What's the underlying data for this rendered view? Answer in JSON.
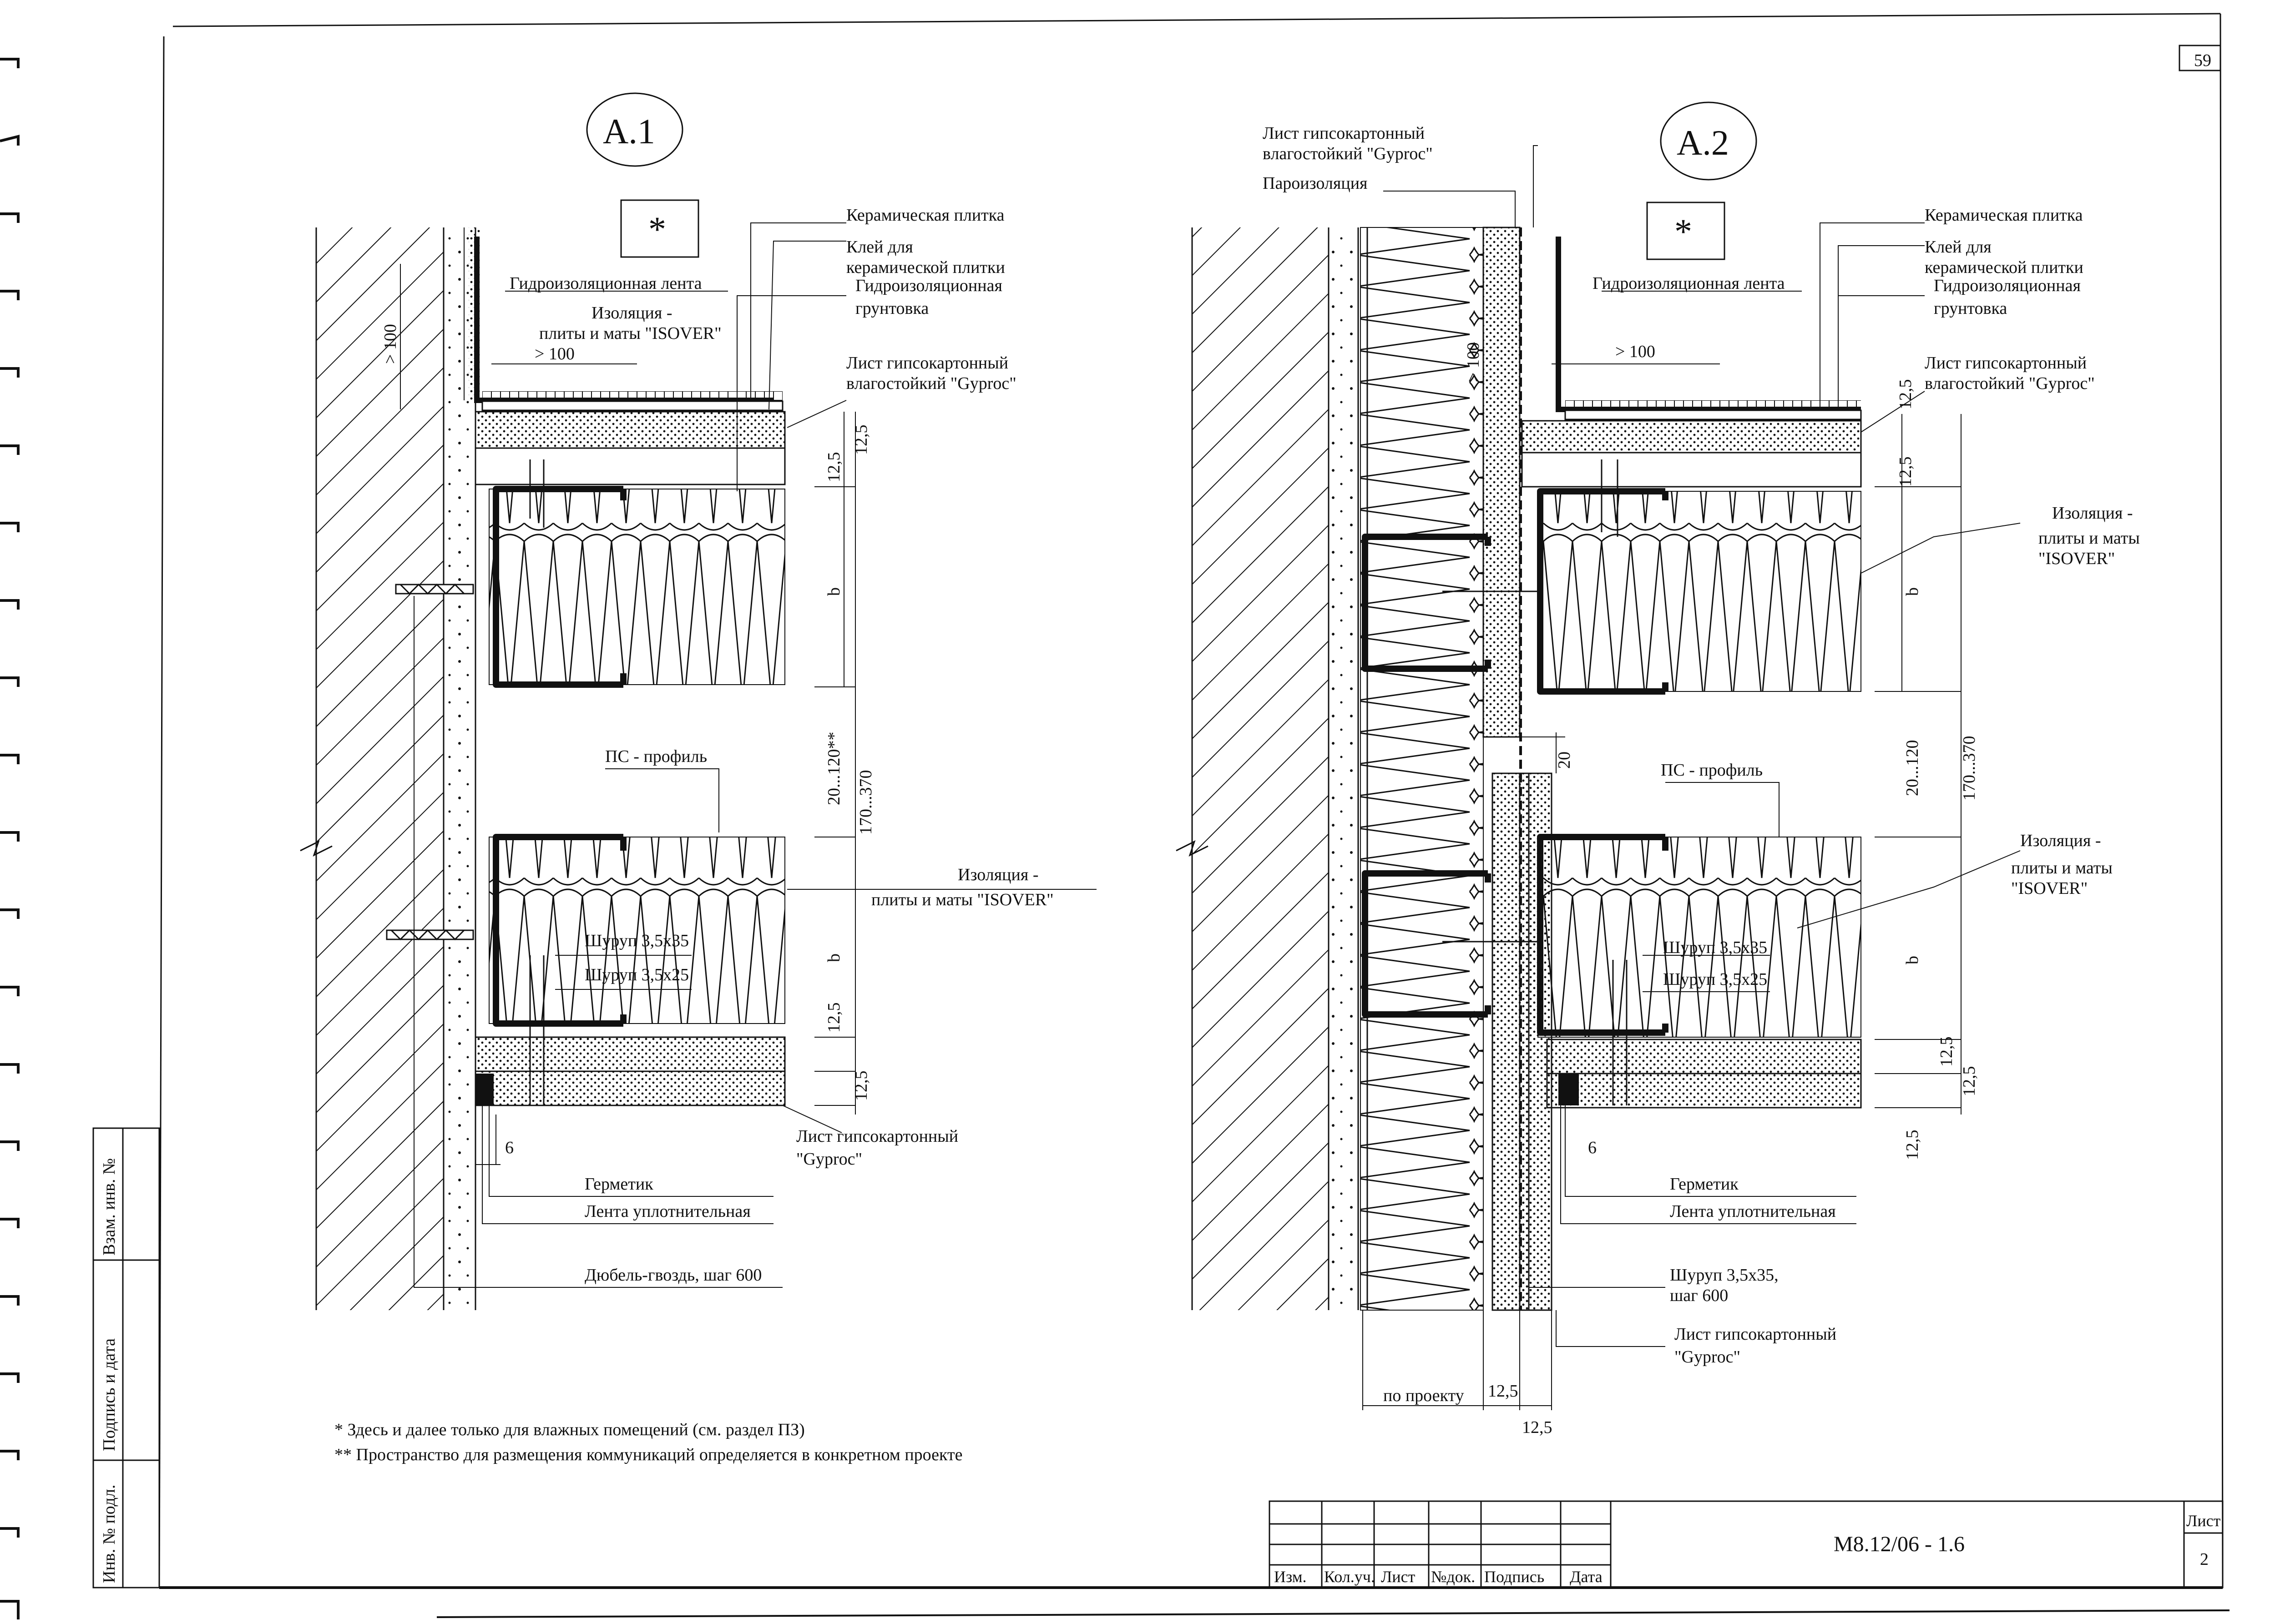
{
  "sheet_number": "59",
  "detail_a1": {
    "title": "А.1",
    "asterisk": "*",
    "labels": {
      "ceramic_tile": "Керамическая плитка",
      "glue_1": "Клей для",
      "glue_2": "керамической плитки",
      "waterproof_primer_1": "Гидроизоляционная",
      "waterproof_primer_2": "грунтовка",
      "waterproof_tape": "Гидроизоляционная лента",
      "insulation_top_1": "Изоляция -",
      "insulation_top_2": "плиты и маты \"ISOVER\"",
      "gypsum_top_1": "Лист гипсокартонный",
      "gypsum_top_2": "влагостойкий \"Gyproc\"",
      "ps_profile": "ПС - профиль",
      "insulation_bottom_1": "Изоляция -",
      "insulation_bottom_2": "плиты и маты \"ISOVER\"",
      "screw_35": "Шуруп 3,5x35",
      "screw_25": "Шуруп 3,5x25",
      "gypsum_bottom_1": "Лист гипсокартонный",
      "gypsum_bottom_2": "\"Gyproc\"",
      "sealant": "Герметик",
      "sealing_tape": "Лента уплотнительная",
      "dowel": "Дюбель-гвоздь, шаг 600"
    },
    "dims": {
      "gt100_v": "> 100",
      "gt100_h": "> 100",
      "d12_5_a": "12,5",
      "d12_5_b": "12,5",
      "b_top": "b",
      "gap": "20...120**",
      "total": "170...370",
      "b_bottom": "b",
      "d12_5_c": "12,5",
      "d12_5_d": "12,5",
      "six": "6"
    }
  },
  "detail_a2": {
    "title": "А.2",
    "asterisk": "*",
    "labels": {
      "gypsum_wall_1": "Лист гипсокартонный",
      "gypsum_wall_2": "влагостойкий \"Gyproc\"",
      "vapor_barrier": "Пароизоляция",
      "ceramic_tile": "Керамическая плитка",
      "glue_1": "Клей для",
      "glue_2": "керамической плитки",
      "waterproof_primer_1": "Гидроизоляционная",
      "waterproof_primer_2": "грунтовка",
      "waterproof_tape": "Гидроизоляционная лента",
      "gypsum_top_1": "Лист гипсокартонный",
      "gypsum_top_2": "влагостойкий \"Gyproc\"",
      "insulation_top_1": "Изоляция -",
      "insulation_top_2": "плиты и маты",
      "insulation_top_3": "\"ISOVER\"",
      "ps_profile": "ПС - профиль",
      "insulation_bottom_1": "Изоляция -",
      "insulation_bottom_2": "плиты и маты",
      "insulation_bottom_3": "\"ISOVER\"",
      "screw_35": "Шуруп 3,5x35",
      "screw_25": "Шуруп 3,5x25",
      "sealant": "Герметик",
      "sealing_tape": "Лента уплотнительная",
      "screw_step_1": "Шуруп 3,5x35,",
      "screw_step_2": "шаг 600",
      "gypsum_bottom_1": "Лист гипсокартонный",
      "gypsum_bottom_2": "\"Gyproc\""
    },
    "dims": {
      "gt100_v": "> 100",
      "gt100_h": "> 100",
      "d12_5_a": "12,5",
      "d12_5_b": "12,5",
      "b_top": "b",
      "twenty": "20",
      "gap": "20...120",
      "total": "170...370",
      "b_bottom": "b",
      "d12_5_c": "12,5",
      "d12_5_d": "12,5",
      "d12_5_e": "12,5",
      "six": "6",
      "per_project": "по проекту",
      "d12_5_f": "12,5",
      "d12_5_g": "12,5"
    }
  },
  "footnotes": {
    "note1": "*  Здесь и далее только для влажных помещений (см. раздел ПЗ)",
    "note2": "** Пространство для размещения коммуникаций определяется в конкретном проекте"
  },
  "side_stamp": {
    "inv_no": "Инв. № подл.",
    "sign_date": "Подпись и дата",
    "replace_inv": "Взам. инв. №"
  },
  "title_block": {
    "col_izm": "Изм.",
    "col_kol": "Кол.уч.",
    "col_list": "Лист",
    "col_doc": "№док.",
    "col_sign": "Подпись",
    "col_date": "Дата",
    "code": "М8.12/06 - 1.6",
    "sheet_label": "Лист",
    "sheet_value": "2"
  }
}
